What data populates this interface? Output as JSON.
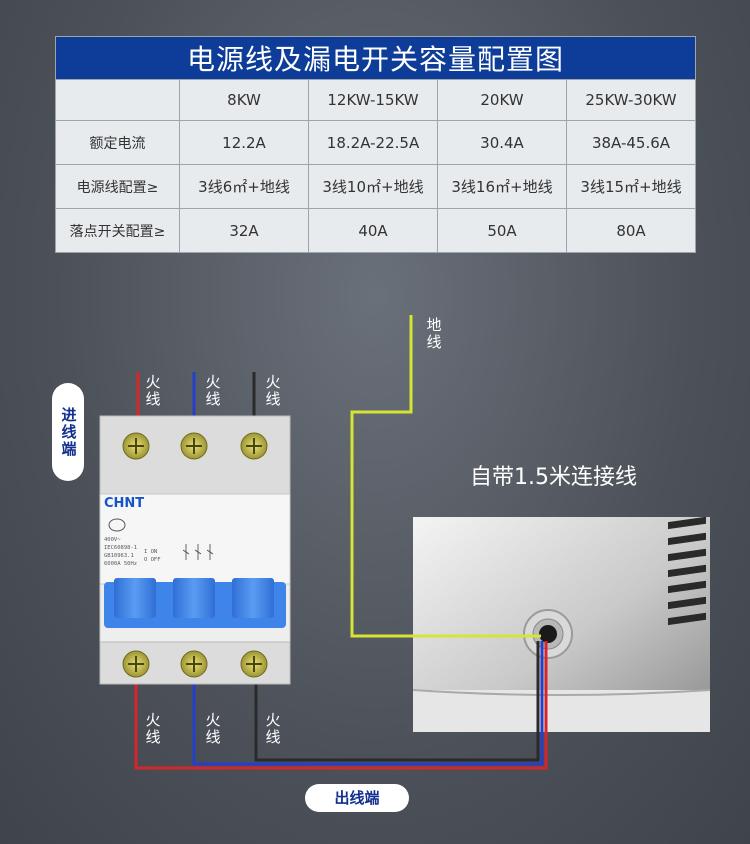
{
  "table": {
    "title": "电源线及漏电开关容量配置图",
    "header": [
      "",
      "8KW",
      "12KW-15KW",
      "20KW",
      "25KW-30KW"
    ],
    "rows": [
      [
        "额定电流",
        "12.2A",
        "18.2A-22.5A",
        "30.4A",
        "38A-45.6A"
      ],
      [
        "电源线配置≥",
        "3线6㎡+地线",
        "3线10㎡+地线",
        "3线16㎡+地线",
        "3线15㎡+地线"
      ],
      [
        "落点开关配置≥",
        "32A",
        "40A",
        "50A",
        "80A"
      ]
    ]
  },
  "diagram": {
    "input_side_label": "进线端",
    "output_side_label": "出线端",
    "ground_label": "地线",
    "live_label": "火线",
    "cable_label": "自带1.5米连接线",
    "breaker_brand": "CHNT",
    "breaker_spec_lines": [
      "400V~",
      "IEC60898-1",
      "GB10963.1",
      "6000A 50Hz"
    ],
    "breaker_on_off": [
      "I ON",
      "O OFF"
    ],
    "colors": {
      "wire_red": "#d7262b",
      "wire_blue": "#2540c8",
      "wire_black": "#2a2a2a",
      "wire_ground": "#d6e534",
      "breaker_handle": "#3f84e8",
      "table_header": "#0d3c99"
    }
  }
}
